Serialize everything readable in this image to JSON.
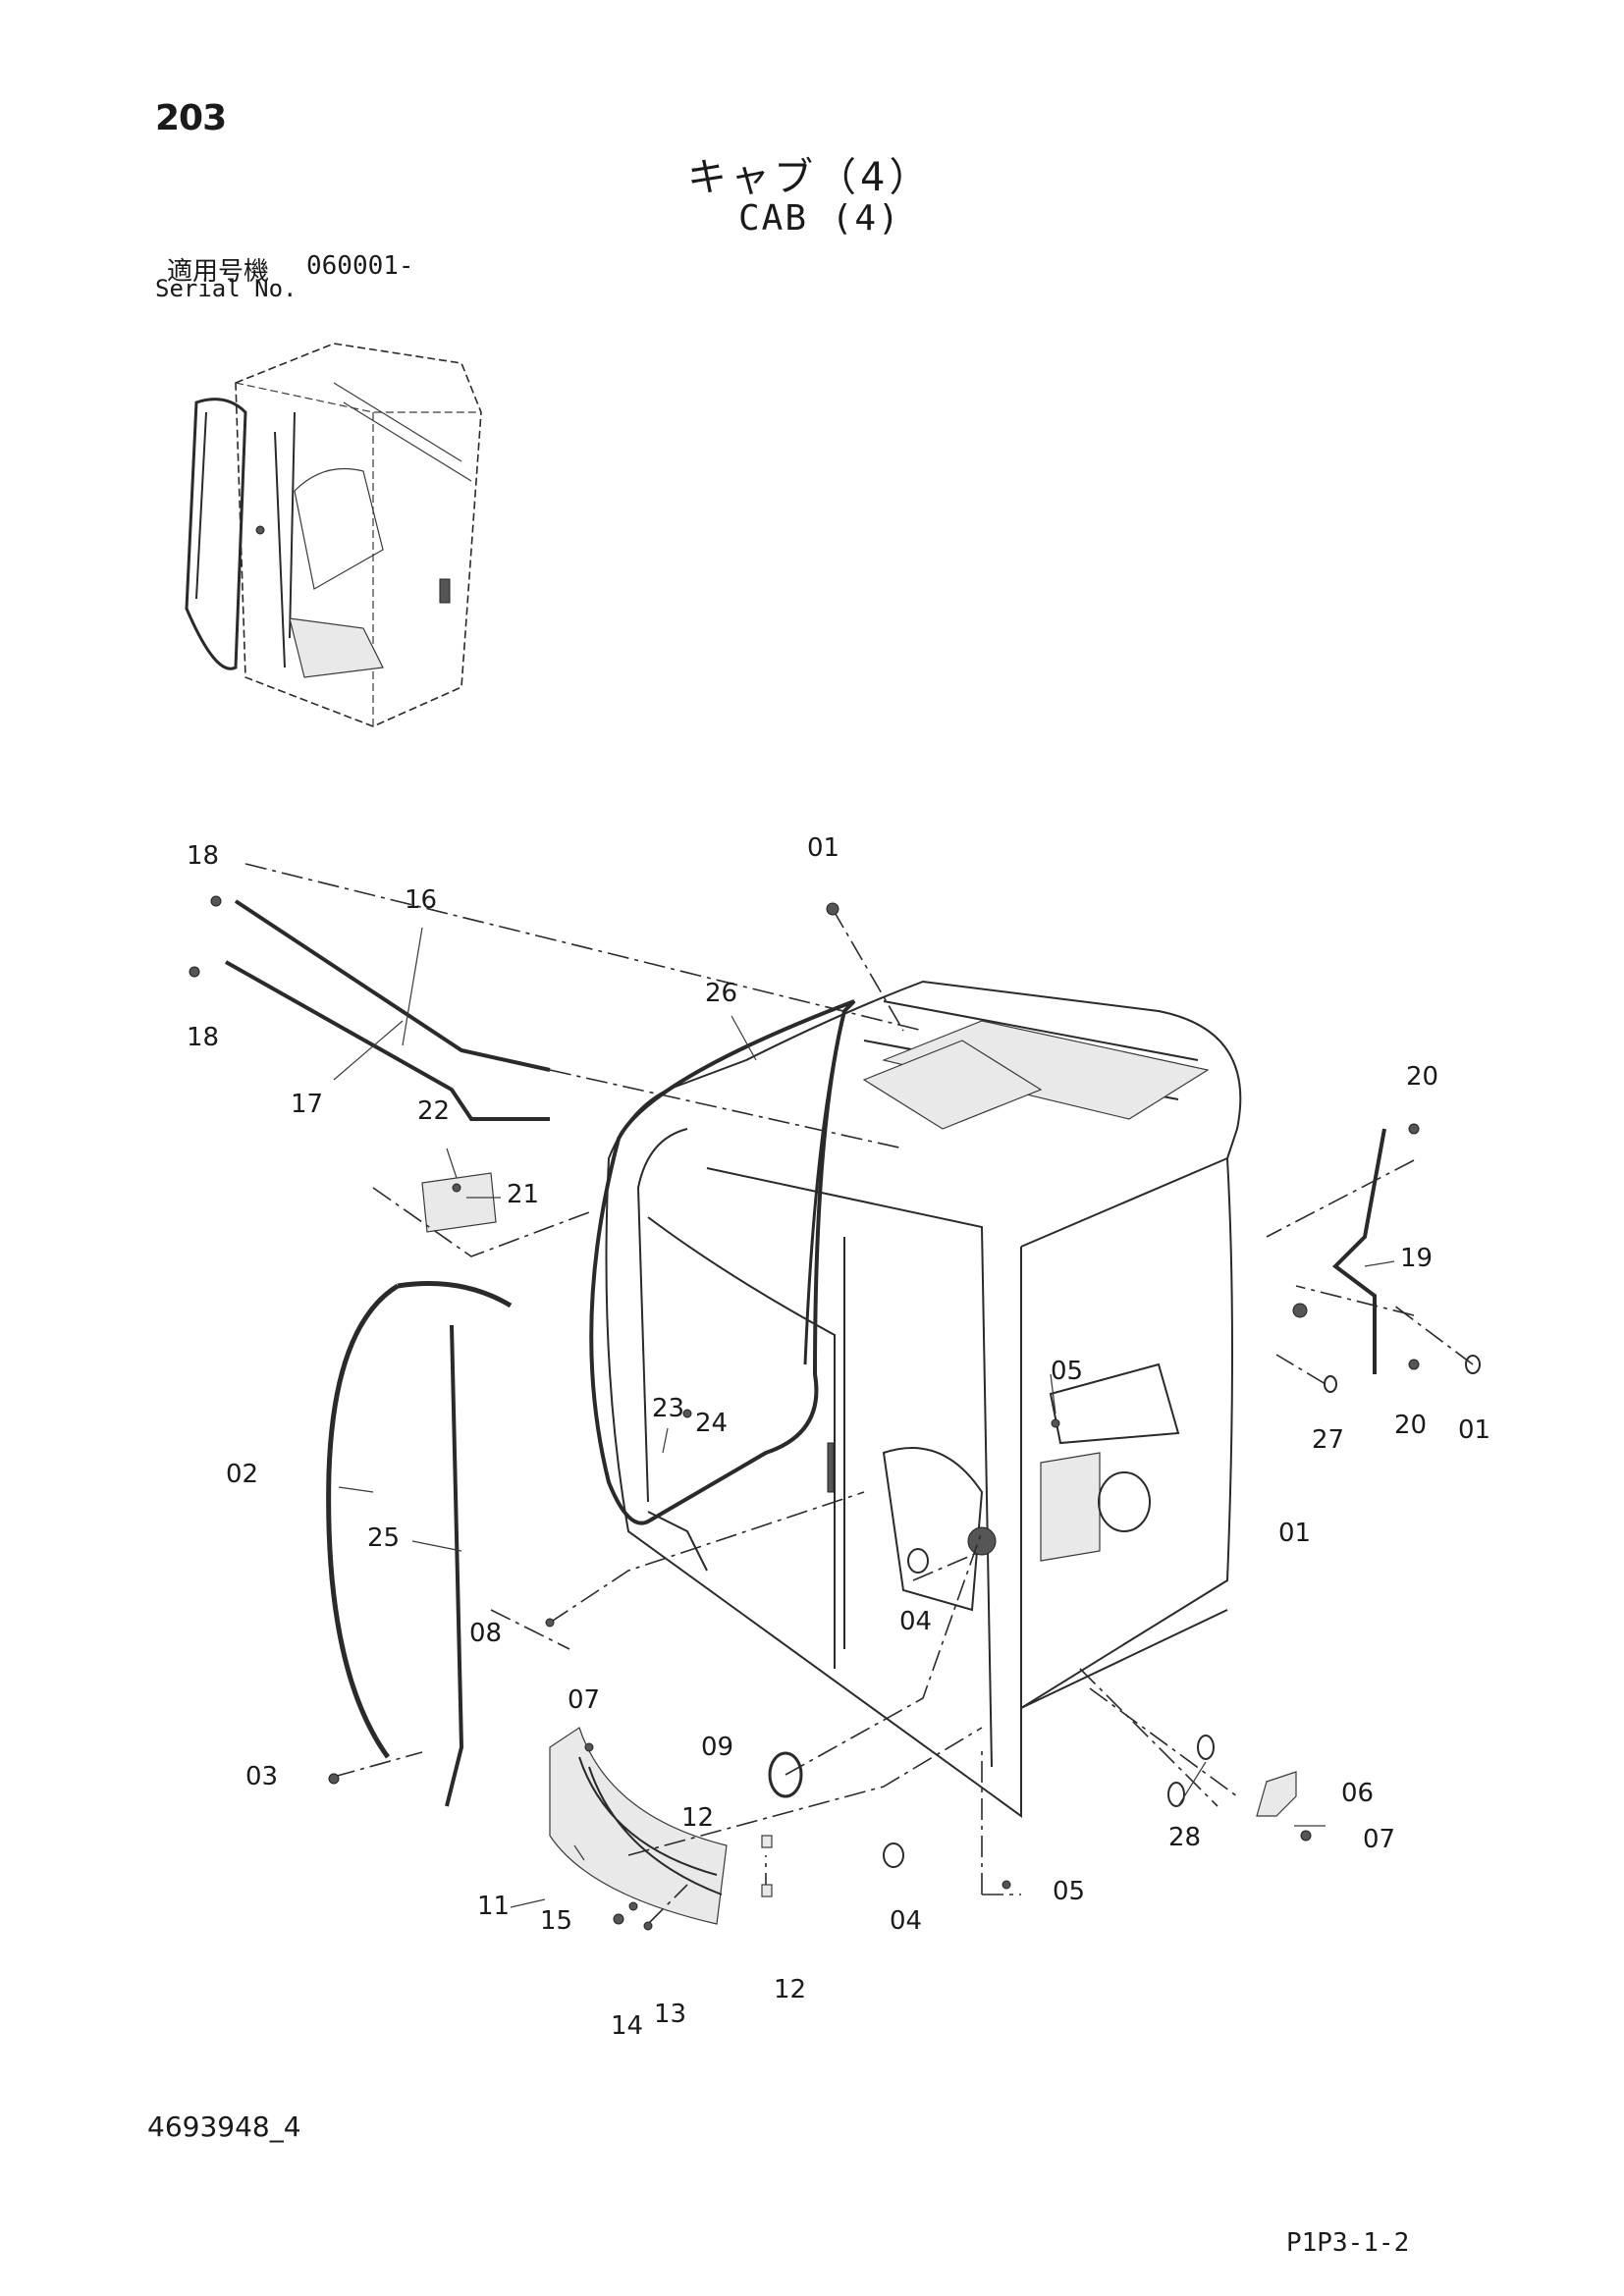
{
  "page_number": "203",
  "title_jp": "キャブ（4）",
  "title_en": "CAB (4)",
  "serial": {
    "label_jp": "適用号機",
    "range": "060001-",
    "label_en": "Serial No."
  },
  "callouts": [
    {
      "id": "c-18a",
      "label": "18"
    },
    {
      "id": "c-16",
      "label": "16"
    },
    {
      "id": "c-18b",
      "label": "18"
    },
    {
      "id": "c-17",
      "label": "17"
    },
    {
      "id": "c-22",
      "label": "22"
    },
    {
      "id": "c-21",
      "label": "21"
    },
    {
      "id": "c-01-top",
      "label": "01"
    },
    {
      "id": "c-26",
      "label": "26"
    },
    {
      "id": "c-20a",
      "label": "20"
    },
    {
      "id": "c-19",
      "label": "19"
    },
    {
      "id": "c-20b",
      "label": "20"
    },
    {
      "id": "c-01-right",
      "label": "01"
    },
    {
      "id": "c-27",
      "label": "27"
    },
    {
      "id": "c-05a",
      "label": "05"
    },
    {
      "id": "c-01-mid",
      "label": "01"
    },
    {
      "id": "c-23",
      "label": "23"
    },
    {
      "id": "c-24",
      "label": "24"
    },
    {
      "id": "c-02",
      "label": "02"
    },
    {
      "id": "c-25",
      "label": "25"
    },
    {
      "id": "c-08",
      "label": "08"
    },
    {
      "id": "c-04a",
      "label": "04"
    },
    {
      "id": "c-07a",
      "label": "07"
    },
    {
      "id": "c-09",
      "label": "09"
    },
    {
      "id": "c-03",
      "label": "03"
    },
    {
      "id": "c-12a",
      "label": "12"
    },
    {
      "id": "c-06",
      "label": "06"
    },
    {
      "id": "c-28",
      "label": "28"
    },
    {
      "id": "c-07b",
      "label": "07"
    },
    {
      "id": "c-11",
      "label": "11"
    },
    {
      "id": "c-04b",
      "label": "04"
    },
    {
      "id": "c-05b",
      "label": "05"
    },
    {
      "id": "c-15",
      "label": "15"
    },
    {
      "id": "c-13",
      "label": "13"
    },
    {
      "id": "c-12b",
      "label": "12"
    },
    {
      "id": "c-14",
      "label": "14"
    }
  ],
  "doc_number": "4693948_4",
  "page_code": "P1P3-1-2"
}
